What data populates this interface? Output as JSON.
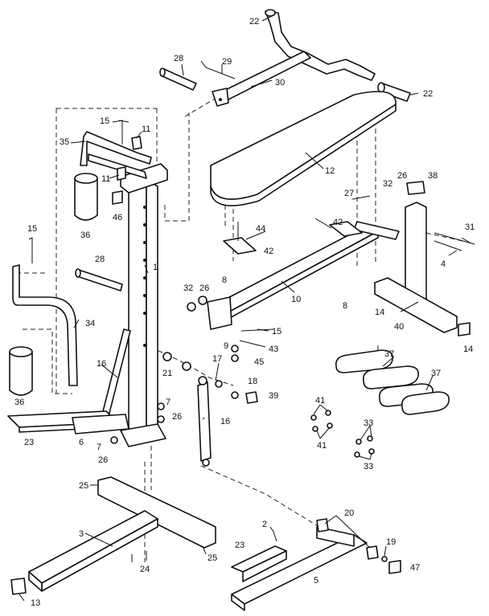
{
  "callouts": [
    {
      "id": "c22a",
      "text": "22"
    },
    {
      "id": "c22b",
      "text": "22"
    },
    {
      "id": "c28a",
      "text": "28"
    },
    {
      "id": "c29",
      "text": "29"
    },
    {
      "id": "c30",
      "text": "30"
    },
    {
      "id": "c15a",
      "text": "15"
    },
    {
      "id": "c11a",
      "text": "11"
    },
    {
      "id": "c35",
      "text": "35"
    },
    {
      "id": "c11b",
      "text": "11"
    },
    {
      "id": "c46",
      "text": "46"
    },
    {
      "id": "c36a",
      "text": "36"
    },
    {
      "id": "c12",
      "text": "12"
    },
    {
      "id": "c26a",
      "text": "26"
    },
    {
      "id": "c38",
      "text": "38"
    },
    {
      "id": "c27",
      "text": "27"
    },
    {
      "id": "c32a",
      "text": "32"
    },
    {
      "id": "c44",
      "text": "44"
    },
    {
      "id": "c42a",
      "text": "42"
    },
    {
      "id": "c42b",
      "text": "42"
    },
    {
      "id": "c31",
      "text": "31"
    },
    {
      "id": "c15b",
      "text": "15"
    },
    {
      "id": "c28b",
      "text": "28"
    },
    {
      "id": "c1",
      "text": "1"
    },
    {
      "id": "c8a",
      "text": "8"
    },
    {
      "id": "c4",
      "text": "4"
    },
    {
      "id": "c32b",
      "text": "32"
    },
    {
      "id": "c26b",
      "text": "26"
    },
    {
      "id": "c10",
      "text": "10"
    },
    {
      "id": "c8b",
      "text": "8"
    },
    {
      "id": "c34",
      "text": "34"
    },
    {
      "id": "c14a",
      "text": "14"
    },
    {
      "id": "c40",
      "text": "40"
    },
    {
      "id": "c15c",
      "text": "15"
    },
    {
      "id": "c9",
      "text": "9"
    },
    {
      "id": "c43",
      "text": "43"
    },
    {
      "id": "c14b",
      "text": "14"
    },
    {
      "id": "c45",
      "text": "45"
    },
    {
      "id": "c16a",
      "text": "16"
    },
    {
      "id": "c21",
      "text": "21"
    },
    {
      "id": "c17",
      "text": "17"
    },
    {
      "id": "c37a",
      "text": "37"
    },
    {
      "id": "c37b",
      "text": "37"
    },
    {
      "id": "c36b",
      "text": "36"
    },
    {
      "id": "c18",
      "text": "18"
    },
    {
      "id": "c39",
      "text": "39"
    },
    {
      "id": "c16b",
      "text": "16"
    },
    {
      "id": "c41a",
      "text": "41"
    },
    {
      "id": "c7a",
      "text": "7"
    },
    {
      "id": "c26c",
      "text": "26"
    },
    {
      "id": "c33a",
      "text": "33"
    },
    {
      "id": "c23a",
      "text": "23"
    },
    {
      "id": "c6",
      "text": "6"
    },
    {
      "id": "c41b",
      "text": "41"
    },
    {
      "id": "c7b",
      "text": "7"
    },
    {
      "id": "c26d",
      "text": "26"
    },
    {
      "id": "c33b",
      "text": "33"
    },
    {
      "id": "c25a",
      "text": "25"
    },
    {
      "id": "c20",
      "text": "20"
    },
    {
      "id": "c2",
      "text": "2"
    },
    {
      "id": "c3",
      "text": "3"
    },
    {
      "id": "c23b",
      "text": "23"
    },
    {
      "id": "c19",
      "text": "19"
    },
    {
      "id": "c25b",
      "text": "25"
    },
    {
      "id": "c24",
      "text": "24"
    },
    {
      "id": "c47",
      "text": "47"
    },
    {
      "id": "c5",
      "text": "5"
    },
    {
      "id": "c13",
      "text": "13"
    }
  ]
}
